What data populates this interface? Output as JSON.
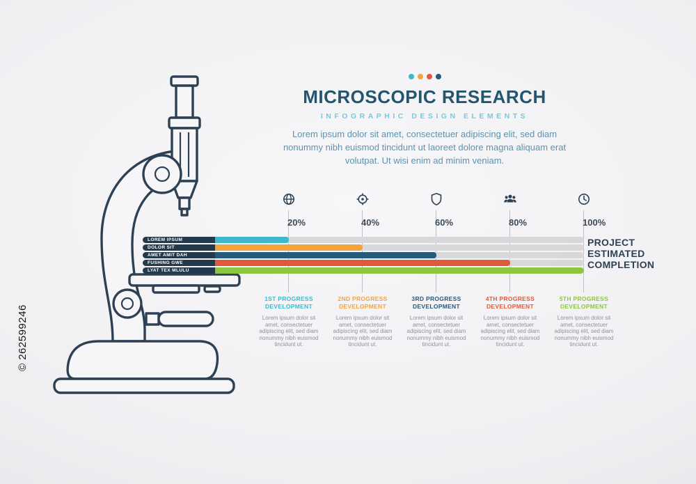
{
  "watermark": "© 262599246",
  "header": {
    "dots": [
      "#3fb8c9",
      "#f2a33c",
      "#e05a3a",
      "#27597a"
    ],
    "title": "MICROSCOPIC RESEARCH",
    "subtitle": "INFOGRAPHIC DESIGN ELEMENTS",
    "intro": "Lorem ipsum dolor sit amet, consectetuer adipiscing elit, sed diam nonummy nibh euismod tincidunt ut laoreet dolore magna aliquam erat volutpat. Ut wisi enim ad minim veniam."
  },
  "chart_data": {
    "type": "bar",
    "orientation": "horizontal",
    "title": "MICROSCOPIC RESEARCH",
    "categories": [
      "LOREM IPSUM",
      "DOLOR SIT",
      "AMET AMIT DAH",
      "FUSHING GWE",
      "LYAT TEX MLULU"
    ],
    "values": [
      20,
      40,
      60,
      80,
      100
    ],
    "colors": [
      "#3fb8c9",
      "#f2a33c",
      "#27597a",
      "#e05a3a",
      "#8cc640"
    ],
    "ticks": [
      "20%",
      "40%",
      "60%",
      "80%",
      "100%"
    ],
    "xlim": [
      0,
      100
    ],
    "grid": "vertical-guides",
    "icons": [
      "globe-icon",
      "crosshair-icon",
      "shield-icon",
      "team-icon",
      "clock-icon"
    ],
    "right_label_lines": [
      "PROJECT",
      "ESTIMATED",
      "COMPLETION"
    ],
    "track_color": "#d8d8da",
    "label_capsule_color": "#24394c"
  },
  "columns": [
    {
      "line1": "1ST PROGRESS",
      "line2": "DEVELOPMENT",
      "color": "#3fb8c9",
      "body": "Lorem ipsum dolor sit amet, consectetuer adipiscing elit, sed diam nonummy nibh euismod tincidunt ut."
    },
    {
      "line1": "2ND PROGRESS",
      "line2": "DEVELOPMENT",
      "color": "#f2a33c",
      "body": "Lorem ipsum dolor sit amet, consectetuer adipiscing elit, sed diam nonummy nibh euismod tincidunt ut."
    },
    {
      "line1": "3RD PROGRESS",
      "line2": "DEVELOPMENT",
      "color": "#27597a",
      "body": "Lorem ipsum dolor sit amet, consectetuer adipiscing elit, sed diam nonummy nibh euismod tincidunt ut."
    },
    {
      "line1": "4TH PROGRESS",
      "line2": "DEVELOPMENT",
      "color": "#e05a3a",
      "body": "Lorem ipsum dolor sit amet, consectetuer adipiscing elit, sed diam nonummy nibh euismod tincidunt ut."
    },
    {
      "line1": "5TH PROGRESS",
      "line2": "DEVELOPMENT",
      "color": "#8cc640",
      "body": "Lorem ipsum dolor sit amet, consectetuer adipiscing elit, sed diam nonummy nibh euismod tincidunt ut."
    }
  ]
}
